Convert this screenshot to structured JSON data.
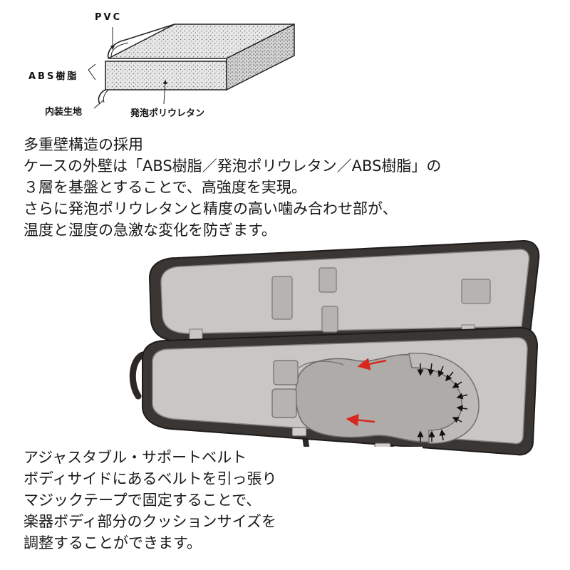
{
  "diagram": {
    "label_pvc": "PVC",
    "label_abs": "ABS樹脂",
    "label_lining": "内装生地",
    "label_foam": "発泡ポリウレタン"
  },
  "feature_walls": {
    "lines": [
      "多重壁構造の採用",
      "ケースの外壁は「ABS樹脂／発泡ポリウレタン／ABS樹脂」の",
      "３層を基盤とすることで、高強度を実現。",
      "さらに発泡ポリウレタンと精度の高い噛み合わせ部が、",
      "温度と湿度の急激な変化を防ぎます。"
    ]
  },
  "feature_belt": {
    "lines": [
      "アジャスタブル・サポートベルト",
      "ボディサイドにあるベルトを引っ張り",
      "マジックテープで固定することで、",
      "楽器ボディ部分のクッションサイズを",
      "調整することができます。"
    ]
  },
  "colors": {
    "case_shell": "#3a3634",
    "lining": "#c9c7c5",
    "foam_dots": "#8a8a8a",
    "arrow_red": "#d6281e"
  }
}
